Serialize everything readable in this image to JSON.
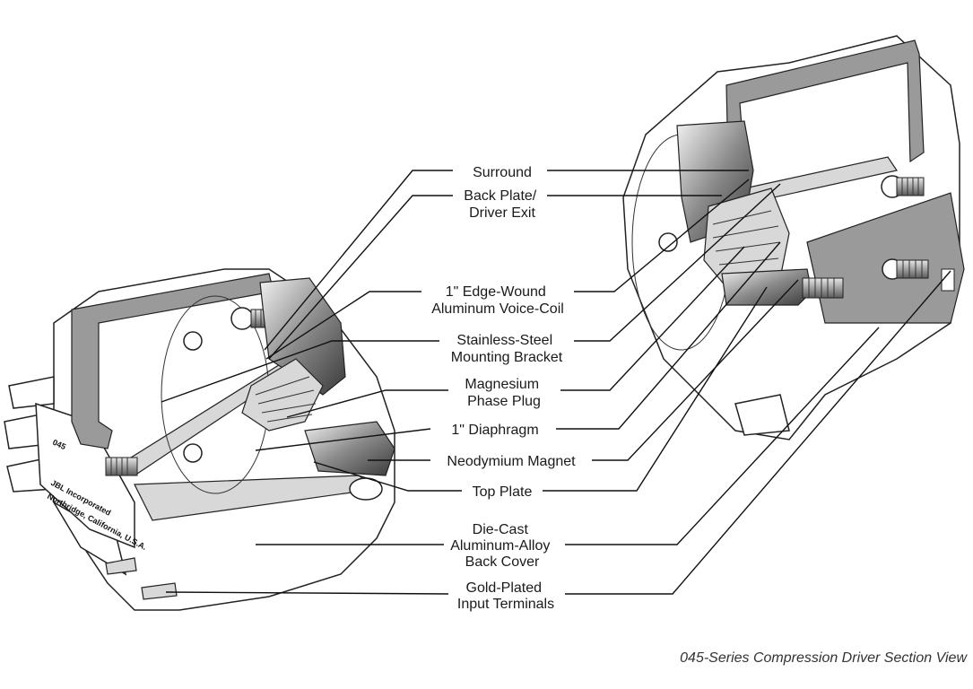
{
  "labels": [
    {
      "id": "surround",
      "lines": [
        "Surround"
      ]
    },
    {
      "id": "back-plate",
      "lines": [
        "Back Plate/",
        "Driver Exit"
      ]
    },
    {
      "id": "voice-coil",
      "lines": [
        "1\" Edge-Wound",
        "Aluminum Voice-Coil"
      ]
    },
    {
      "id": "mounting-bracket",
      "lines": [
        "Stainless-Steel",
        "Mounting Bracket"
      ]
    },
    {
      "id": "phase-plug",
      "lines": [
        "Magnesium",
        "Phase Plug"
      ]
    },
    {
      "id": "diaphragm",
      "lines": [
        "1\" Diaphragm"
      ]
    },
    {
      "id": "magnet",
      "lines": [
        "Neodymium Magnet"
      ]
    },
    {
      "id": "top-plate",
      "lines": [
        "Top Plate"
      ]
    },
    {
      "id": "back-cover",
      "lines": [
        "Die-Cast",
        "Aluminum-Alloy",
        "Back Cover"
      ]
    },
    {
      "id": "terminals",
      "lines": [
        "Gold-Plated",
        "Input Terminals"
      ]
    }
  ],
  "caption": "045-Series Compression Driver Section View",
  "stamp": {
    "model": "045",
    "maker": "JBL Incorporated",
    "location": "Northridge, California, U.S.A."
  }
}
